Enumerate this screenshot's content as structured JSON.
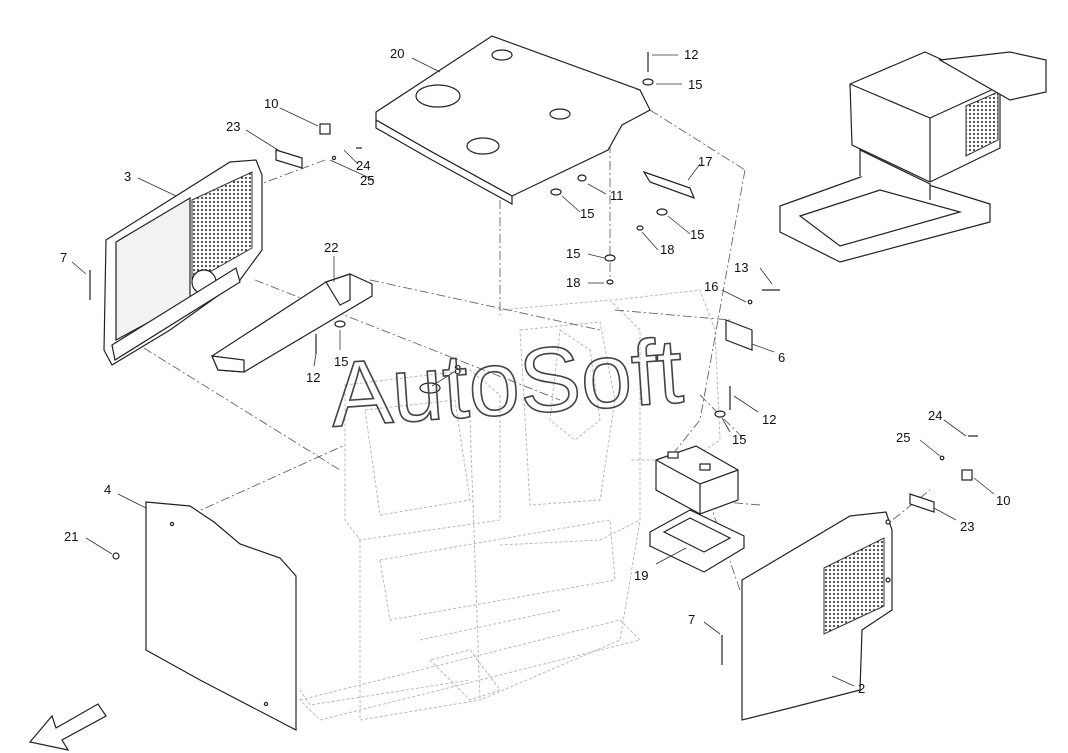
{
  "watermark": "AutoSoft",
  "callouts": [
    {
      "id": "c20",
      "label": "20"
    },
    {
      "id": "c12a",
      "label": "12"
    },
    {
      "id": "c15a",
      "label": "15"
    },
    {
      "id": "c10a",
      "label": "10"
    },
    {
      "id": "c23a",
      "label": "23"
    },
    {
      "id": "c24a",
      "label": "24"
    },
    {
      "id": "c25a",
      "label": "25"
    },
    {
      "id": "c3",
      "label": "3"
    },
    {
      "id": "c7a",
      "label": "7"
    },
    {
      "id": "c17",
      "label": "17"
    },
    {
      "id": "c11",
      "label": "11"
    },
    {
      "id": "c15b",
      "label": "15"
    },
    {
      "id": "c15c",
      "label": "15"
    },
    {
      "id": "c18a",
      "label": "18"
    },
    {
      "id": "c15d",
      "label": "15"
    },
    {
      "id": "c18b",
      "label": "18"
    },
    {
      "id": "c22",
      "label": "22"
    },
    {
      "id": "c13",
      "label": "13"
    },
    {
      "id": "c16",
      "label": "16"
    },
    {
      "id": "c6",
      "label": "6"
    },
    {
      "id": "c15e",
      "label": "15"
    },
    {
      "id": "c12b",
      "label": "12"
    },
    {
      "id": "c8",
      "label": "8"
    },
    {
      "id": "c12c",
      "label": "12"
    },
    {
      "id": "c15f",
      "label": "15"
    },
    {
      "id": "c24b",
      "label": "24"
    },
    {
      "id": "c25b",
      "label": "25"
    },
    {
      "id": "c10b",
      "label": "10"
    },
    {
      "id": "c23b",
      "label": "23"
    },
    {
      "id": "c4",
      "label": "4"
    },
    {
      "id": "c21",
      "label": "21"
    },
    {
      "id": "c19",
      "label": "19"
    },
    {
      "id": "c7b",
      "label": "7"
    },
    {
      "id": "c2",
      "label": "2"
    }
  ]
}
